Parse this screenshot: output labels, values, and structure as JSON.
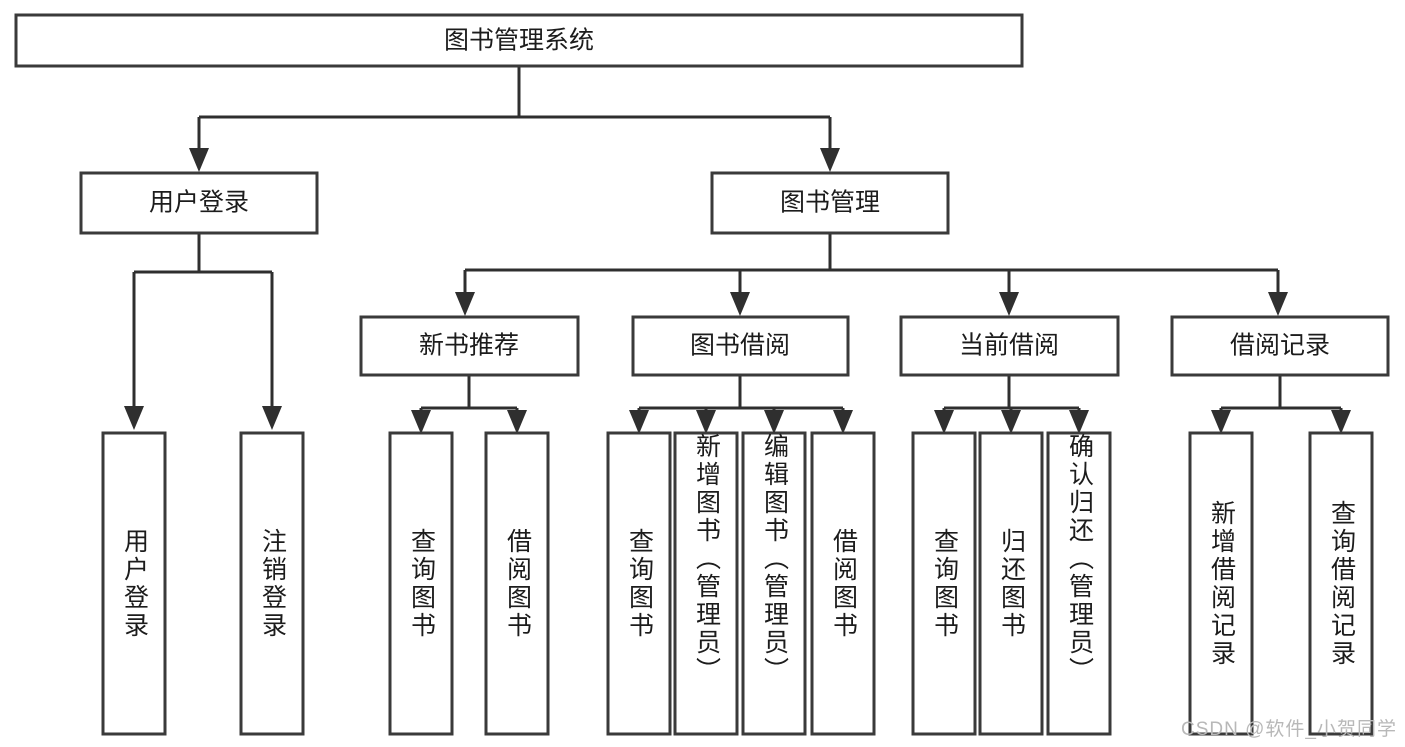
{
  "diagram": {
    "type": "tree-hierarchy-chart",
    "title": "图书管理系统",
    "colors": {
      "box_fill": "#ffffff",
      "box_stroke": "#3a3a3a",
      "connector": "#2f2f2f",
      "text": "#1c1c1c",
      "watermark": "#b8b8b8",
      "background": "#ffffff"
    },
    "root": {
      "label": "图书管理系统"
    },
    "level2": [
      {
        "label": "用户登录"
      },
      {
        "label": "图书管理"
      }
    ],
    "level3": [
      {
        "label": "新书推荐"
      },
      {
        "label": "图书借阅"
      },
      {
        "label": "当前借阅"
      },
      {
        "label": "借阅记录"
      }
    ],
    "leaves": {
      "user_login": [
        {
          "label": "用户登录"
        },
        {
          "label": "注销登录"
        }
      ],
      "new_book_recommend": [
        {
          "label": "查询图书"
        },
        {
          "label": "借阅图书"
        }
      ],
      "book_borrow": [
        {
          "label": "查询图书"
        },
        {
          "label": "新增图书（管理员）"
        },
        {
          "label": "编辑图书（管理员）"
        },
        {
          "label": "借阅图书"
        }
      ],
      "current_borrow": [
        {
          "label": "查询图书"
        },
        {
          "label": "归还图书"
        },
        {
          "label": "确认归还（管理员）"
        }
      ],
      "borrow_record": [
        {
          "label": "新增借阅记录"
        },
        {
          "label": "查询借阅记录"
        }
      ]
    }
  },
  "watermark": {
    "text": "CSDN @软件_小贺同学"
  }
}
